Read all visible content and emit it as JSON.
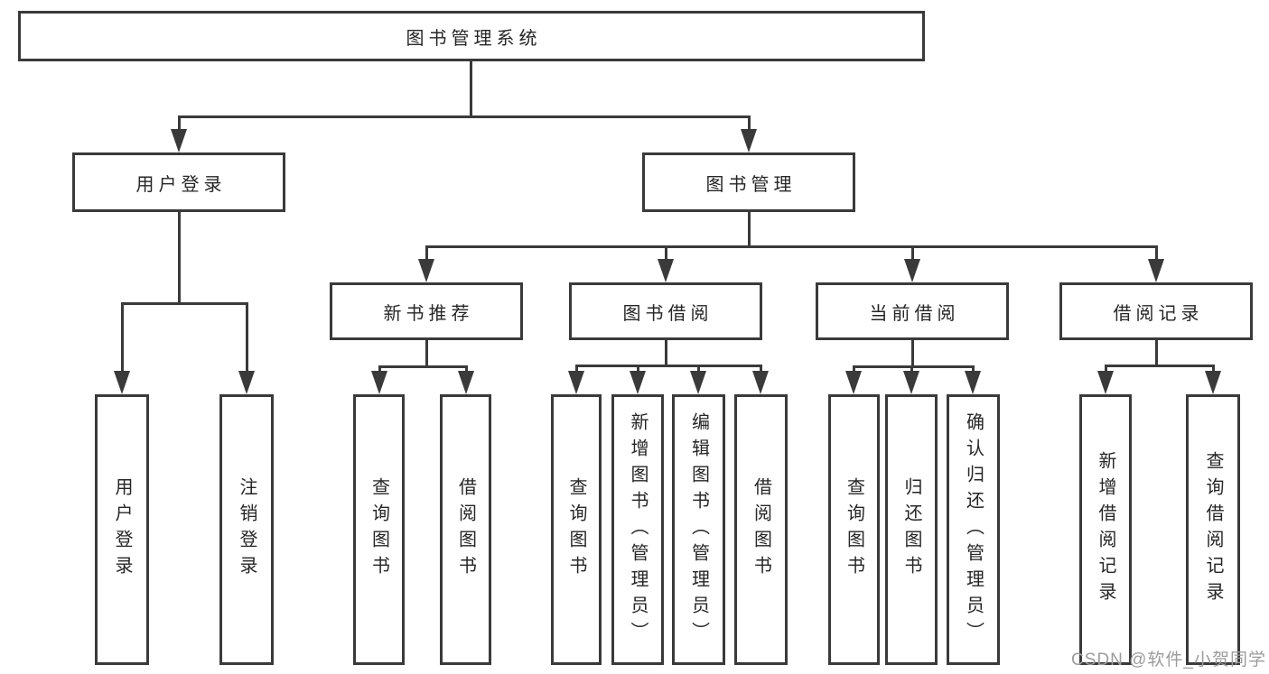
{
  "diagram_title": "图书管理系统",
  "watermark": "CSDN @软件_小贺同学",
  "colors": {
    "background": "#ffffff",
    "line": "#3a3a3a",
    "text": "#262626",
    "watermark": "#9c9c9c"
  },
  "tree": {
    "root": {
      "label": "图书管理系统"
    },
    "level2": [
      {
        "label": "用户登录"
      },
      {
        "label": "图书管理"
      }
    ],
    "level3": [
      {
        "label": "新书推荐"
      },
      {
        "label": "图书借阅"
      },
      {
        "label": "当前借阅"
      },
      {
        "label": "借阅记录"
      }
    ],
    "leaves": {
      "user_login": [
        {
          "label": "用户登录"
        },
        {
          "label": "注销登录"
        }
      ],
      "new_books": [
        {
          "label": "查询图书"
        },
        {
          "label": "借阅图书"
        }
      ],
      "borrowing": [
        {
          "label": "查询图书"
        },
        {
          "label": "新增图书（管理员）"
        },
        {
          "label": "编辑图书（管理员）"
        },
        {
          "label": "借阅图书"
        }
      ],
      "current": [
        {
          "label": "查询图书"
        },
        {
          "label": "归还图书"
        },
        {
          "label": "确认归还（管理员）"
        }
      ],
      "records": [
        {
          "label": "新增借阅记录"
        },
        {
          "label": "查询借阅记录"
        }
      ]
    }
  }
}
